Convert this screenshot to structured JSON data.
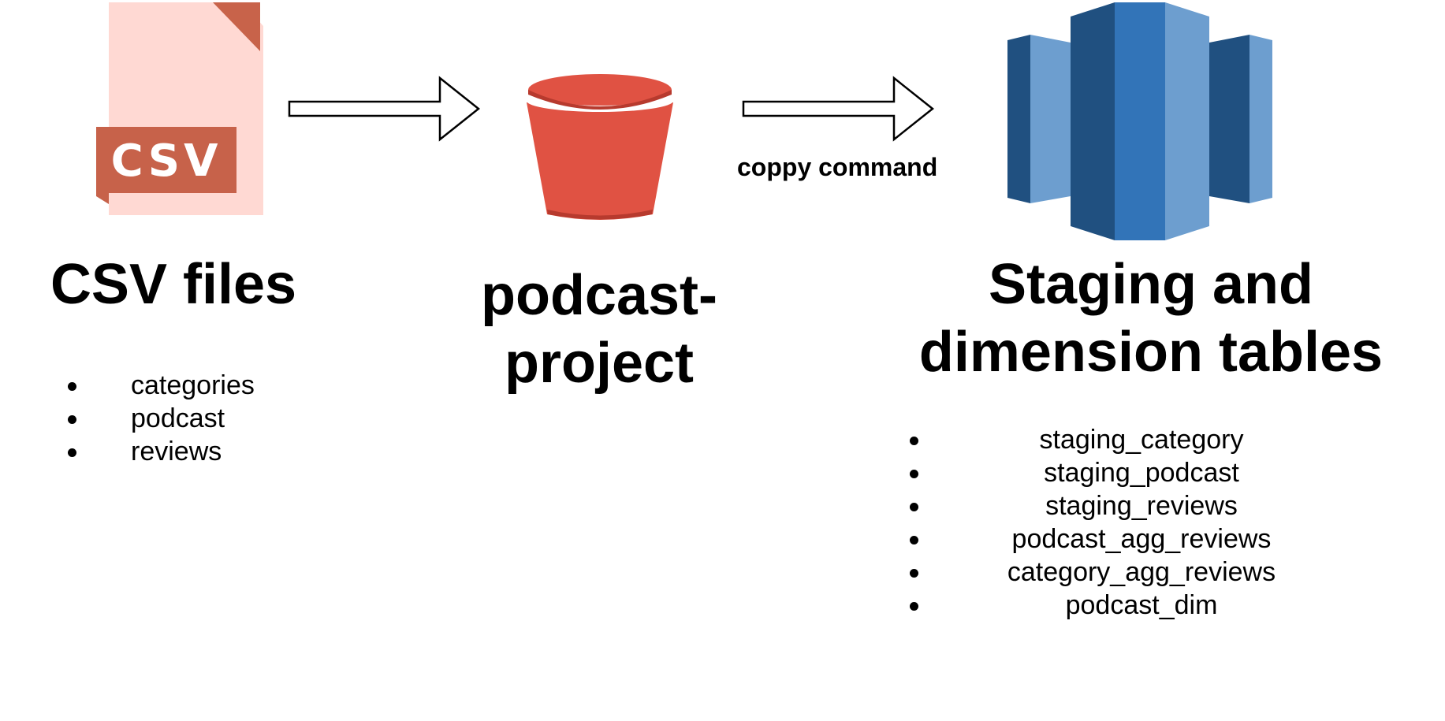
{
  "nodes": {
    "source": {
      "icon": "csv-file-icon",
      "icon_text": "CSV",
      "title": "CSV files",
      "items": [
        "categories",
        "podcast",
        "reviews"
      ]
    },
    "bucket": {
      "icon": "s3-bucket-icon",
      "title_lines": [
        "podcast-",
        "project"
      ]
    },
    "warehouse": {
      "icon": "redshift-icon",
      "title_lines": [
        "Staging and",
        "dimension tables"
      ],
      "items": [
        "staging_category",
        "staging_podcast",
        "staging_reviews",
        "podcast_agg_reviews",
        "category_agg_reviews",
        "podcast_dim"
      ]
    }
  },
  "edges": [
    {
      "from": "source",
      "to": "bucket",
      "label": ""
    },
    {
      "from": "bucket",
      "to": "warehouse",
      "label": "coppy command"
    }
  ],
  "colors": {
    "csv_page": "#ffd9d3",
    "csv_fold": "#c8634a",
    "csv_badge": "#c7624a",
    "bucket_red": "#e05243",
    "bucket_dark": "#b73a2e",
    "redshift_light": "#6d9ecf",
    "redshift_mid": "#3274b8",
    "redshift_dark": "#205080"
  }
}
